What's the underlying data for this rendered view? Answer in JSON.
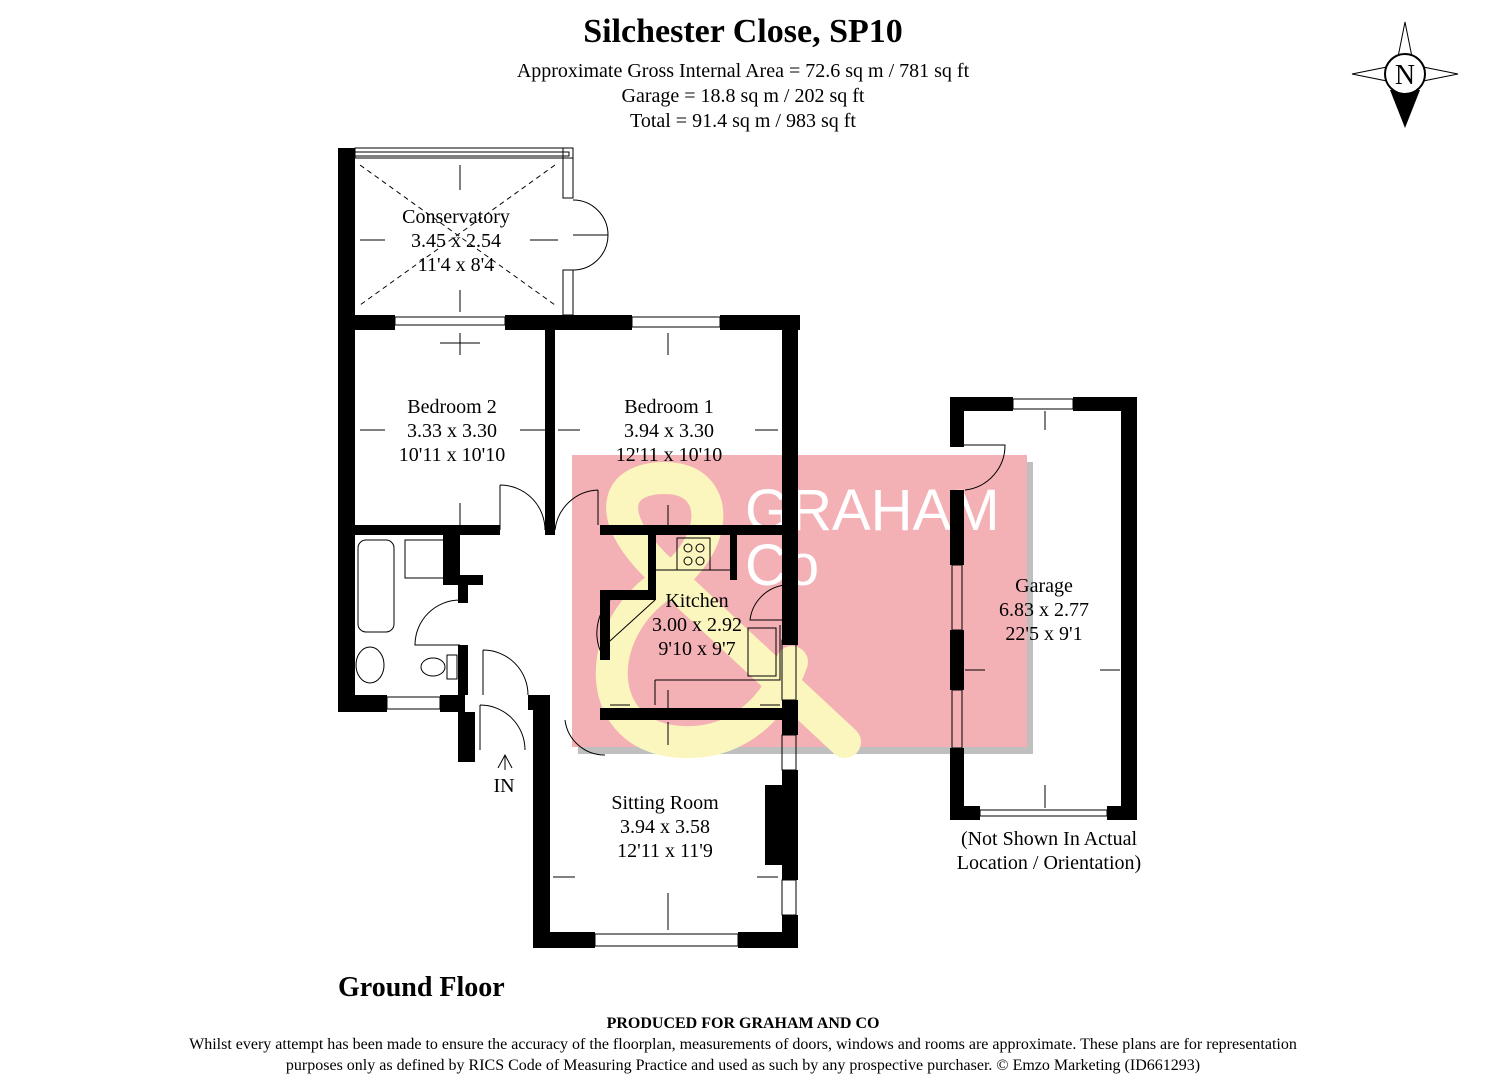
{
  "header": {
    "title": "Silchester Close, SP10",
    "gross_area": "Approximate Gross Internal Area = 72.6 sq m / 781 sq ft",
    "garage_area": "Garage = 18.8 sq m / 202 sq ft",
    "total_area": "Total = 91.4 sq m / 983 sq ft"
  },
  "compass": {
    "label": "N"
  },
  "rooms": [
    {
      "name": "Conservatory",
      "metric": "3.45 x 2.54",
      "imperial": "11'4 x 8'4"
    },
    {
      "name": "Bedroom 2",
      "metric": "3.33 x 3.30",
      "imperial": "10'11 x 10'10"
    },
    {
      "name": "Bedroom 1",
      "metric": "3.94 x 3.30",
      "imperial": "12'11 x 10'10"
    },
    {
      "name": "Kitchen",
      "metric": "3.00 x 2.92",
      "imperial": "9'10 x 9'7"
    },
    {
      "name": "Sitting Room",
      "metric": "3.94 x 3.58",
      "imperial": "12'11 x 11'9"
    },
    {
      "name": "Garage",
      "metric": "6.83 x 2.77",
      "imperial": "22'5 x 9'1"
    }
  ],
  "entrance_label": "IN",
  "garage_note": [
    "(Not Shown In Actual",
    "Location / Orientation)"
  ],
  "watermark": {
    "line1": "GRAHAM",
    "line2": "Co",
    "colors": {
      "bg": "#f4b1b5",
      "amp": "#fbf5be"
    }
  },
  "floor_label": "Ground Floor",
  "footer": {
    "produced": "PRODUCED FOR GRAHAM AND CO",
    "disclaimer_1": "Whilst every attempt has been made to ensure the accuracy of the floorplan, measurements of doors, windows and rooms are approximate. These plans are for representation",
    "disclaimer_2": "purposes only as defined by RICS Code of Measuring Practice and used as such by any prospective purchaser. © Emzo Marketing (ID661293)"
  }
}
